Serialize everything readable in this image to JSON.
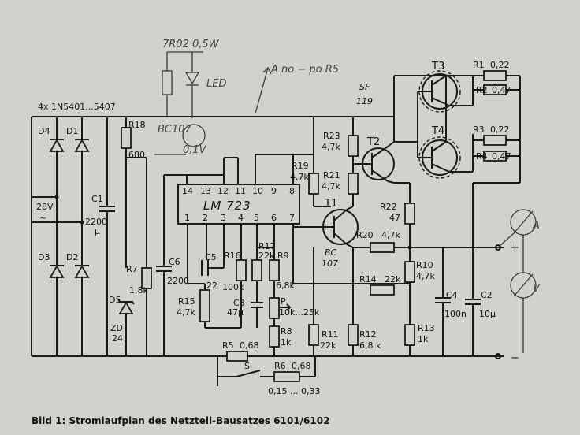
{
  "diagram": {
    "caption": "Bild 1:  Stromlaufplan des Netzteil-Bausatzes 6101/6102",
    "ic_label": "LM 723",
    "ic_pins_top": [
      "14",
      "13",
      "12",
      "11",
      "10",
      "9",
      "8"
    ],
    "ic_pins_bottom": [
      "1",
      "2",
      "3",
      "4",
      "5",
      "6",
      "7"
    ],
    "components": {
      "diodes_header": "4x 1N5401...5407",
      "D1": "D1",
      "D2": "D2",
      "D3": "D3",
      "D4": "D4",
      "input_voltage": "28V",
      "input_ac": "~",
      "C1": "C1",
      "C1_val": "2200",
      "C1_unit": "μ",
      "R18": "R18",
      "R18_val": "680",
      "R7": "R7",
      "R7_val": "1,8k",
      "D5": "D5",
      "ZD": "ZD",
      "ZD_val": "24",
      "C6": "C6",
      "C6_val": "2200",
      "C5": "C5",
      "C5_val": "22",
      "R16": "R16",
      "R16_val": "100k",
      "R17": "R17",
      "R17_val": "22k",
      "R9": "R9",
      "R9_val": "6,8k",
      "R15": "R15",
      "R15_val": "4,7k",
      "C3": "C3",
      "C3_val": "47μ",
      "P": "P",
      "P_val": "10k...25k",
      "R8": "R8",
      "R8_val": "1k",
      "R19": "R19",
      "R19_val": "4,7k",
      "R21": "R21",
      "R21_val": "4,7k",
      "R23": "R23",
      "R23_val": "4,7k",
      "T1": "T1",
      "T1_type_a": "BC",
      "T1_type_b": "107",
      "T2": "T2",
      "T2_type_a": "SF",
      "T2_type_b": "119",
      "T3": "T3",
      "T4": "T4",
      "R1": "R1",
      "R1_val": "0,22",
      "R2": "R2",
      "R2_val": "0,47",
      "R3": "R3",
      "R3_val": "0,22",
      "R4": "R4",
      "R4_val": "0,47",
      "R22": "R22",
      "R22_val": "47",
      "R20": "R20",
      "R20_val": "4,7k",
      "R10": "R10",
      "R10_val": "4,7k",
      "R14": "R14",
      "R14_val": "22k",
      "C4": "C4",
      "C4_val": "100n",
      "C2": "C2",
      "C2_val": "10μ",
      "R11": "R11",
      "R11_val": "22k",
      "R12": "R12",
      "R12_val": "6,8 k",
      "R13": "R13",
      "R13_val": "1k",
      "R5": "R5",
      "R5_val": "0,68",
      "R6": "R6",
      "R6_val": "0,68",
      "S": "S",
      "R6_range": "0,15 ... 0,33",
      "out_plus": "+",
      "out_minus": "−",
      "meter_A": "A",
      "meter_V": "V"
    },
    "handwritten": {
      "note_top": "7R02  0,5W",
      "led": "LED",
      "bc_label": "BC107",
      "arrow_note": "A  no − po R5",
      "small_note": "0,1V"
    }
  }
}
